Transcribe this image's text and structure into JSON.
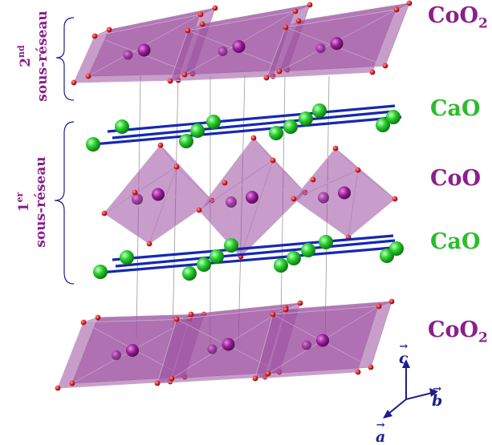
{
  "labels": {
    "layer_top": "CoO",
    "layer_top_sub": "2",
    "layer_cao_upper": "CaO",
    "layer_coo": "CoO",
    "layer_cao_lower": "CaO",
    "layer_bottom": "CoO",
    "layer_bottom_sub": "2"
  },
  "sublattices": {
    "second_num": "2",
    "second_sup": "nd",
    "second_word": "sous-réseau",
    "first_num": "1",
    "first_sup": "er",
    "first_word": "sous-réseau"
  },
  "axes": {
    "c": "c",
    "b": "b",
    "a": "a",
    "arrow_glyph": "→"
  },
  "colors": {
    "co_purple": "#8b1f8b",
    "octa_fill": "#9a4c9e",
    "ca_green": "#22c629",
    "cao_label_green": "#2dbb2d",
    "bond_blue": "#1428b4",
    "oxygen_red": "#d81c1c",
    "axis_navy": "#1a1e8c"
  }
}
